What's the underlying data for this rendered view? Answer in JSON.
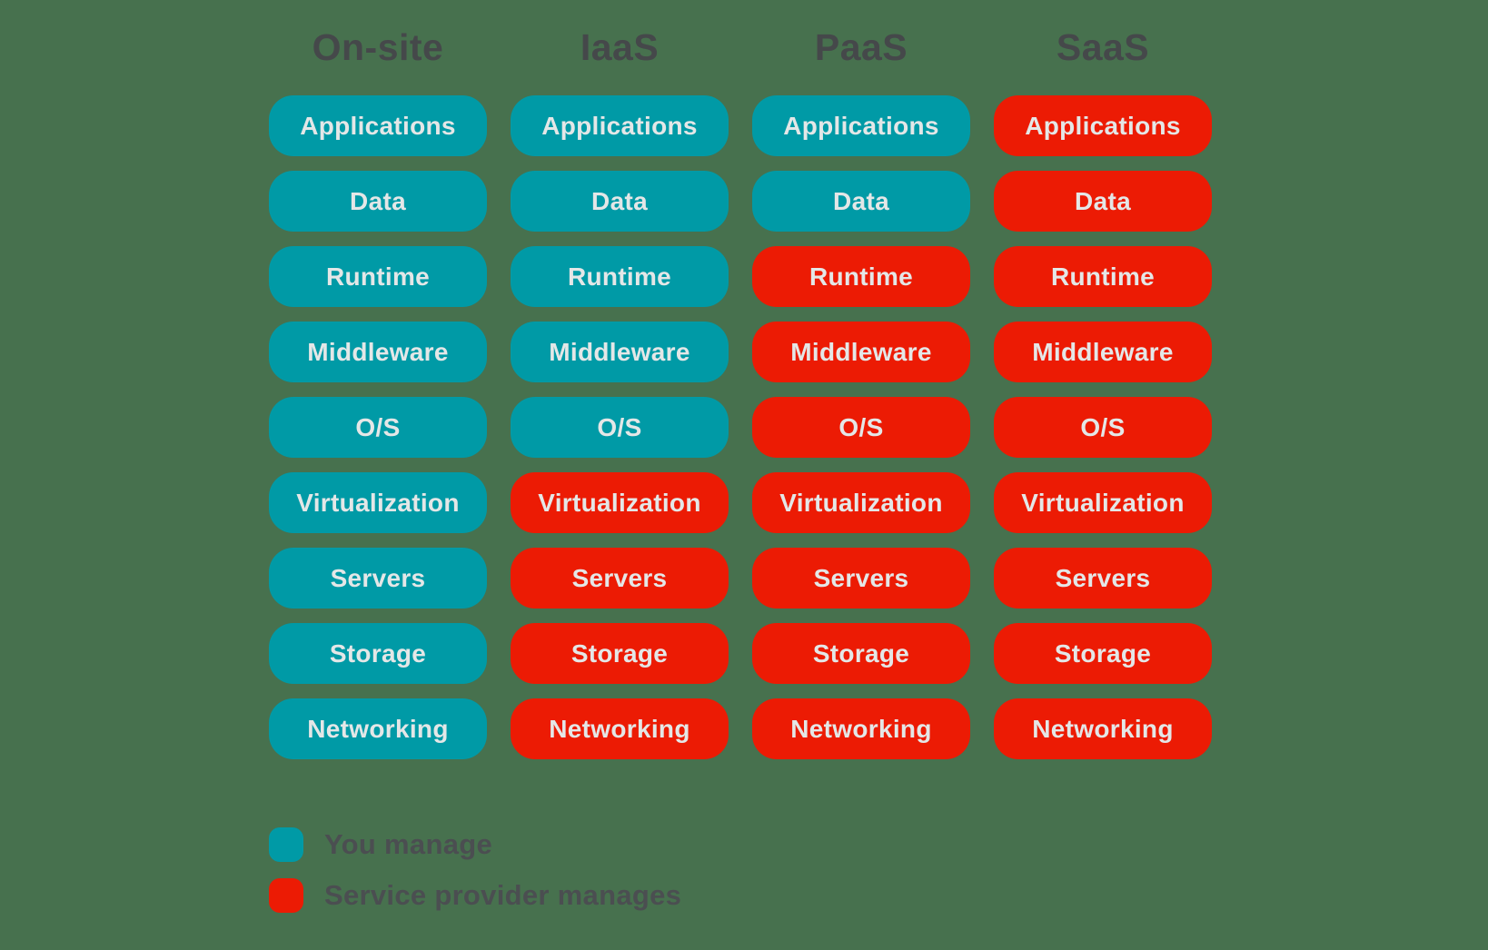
{
  "diagram": {
    "rows": [
      "Applications",
      "Data",
      "Runtime",
      "Middleware",
      "O/S",
      "Virtualization",
      "Servers",
      "Storage",
      "Networking"
    ],
    "columns": [
      {
        "label": "On-site",
        "cells": [
          "you",
          "you",
          "you",
          "you",
          "you",
          "you",
          "you",
          "you",
          "you"
        ]
      },
      {
        "label": "IaaS",
        "cells": [
          "you",
          "you",
          "you",
          "you",
          "you",
          "provider",
          "provider",
          "provider",
          "provider"
        ]
      },
      {
        "label": "PaaS",
        "cells": [
          "you",
          "you",
          "provider",
          "provider",
          "provider",
          "provider",
          "provider",
          "provider",
          "provider"
        ]
      },
      {
        "label": "SaaS",
        "cells": [
          "provider",
          "provider",
          "provider",
          "provider",
          "provider",
          "provider",
          "provider",
          "provider",
          "provider"
        ]
      }
    ]
  },
  "legend": [
    {
      "key": "you",
      "label": "You manage",
      "color": "#009AA6"
    },
    {
      "key": "provider",
      "label": "Service provider manages",
      "color": "#EC1B04"
    }
  ],
  "colors": {
    "background": "#47714E",
    "you_manage": "#009AA6",
    "provider_manages": "#EC1B04",
    "header_text": "#45484A",
    "pill_text": "#E4E7E7",
    "legend_text": "#4B4E51"
  }
}
